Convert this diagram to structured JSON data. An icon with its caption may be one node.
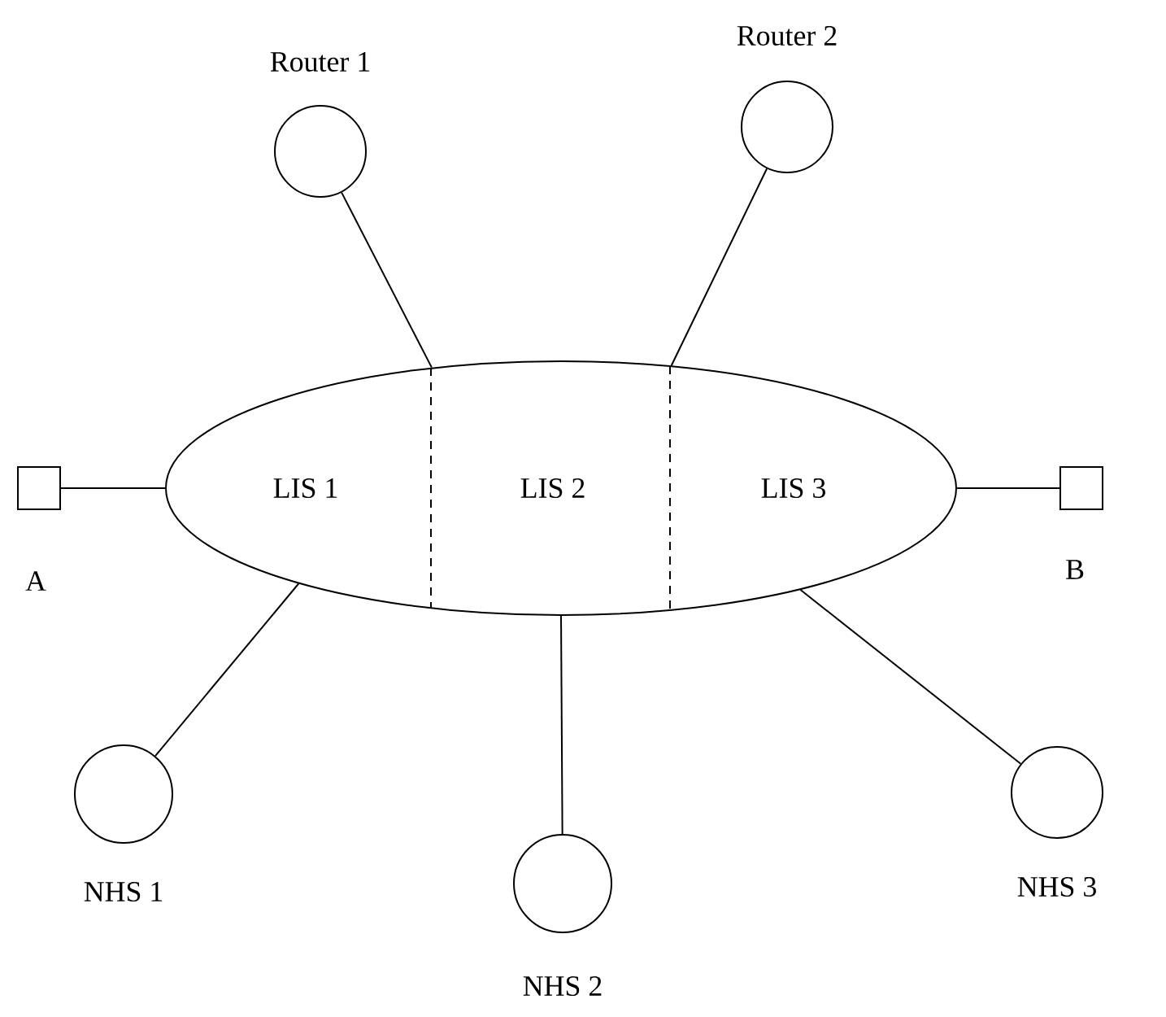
{
  "diagram": {
    "nodes": [
      {
        "text": [
          "LIS 1",
          "LIS 2",
          "LIS 3"
        ]
      },
      {
        "text": [
          "Router 1"
        ]
      },
      {
        "text": [
          "Router 2"
        ]
      },
      {
        "text": [
          "A"
        ]
      },
      {
        "text": [
          "B"
        ]
      },
      {
        "text": [
          "NHS 1"
        ]
      },
      {
        "text": [
          "NHS 2"
        ]
      },
      {
        "text": [
          "NHS 3"
        ]
      }
    ],
    "edges": [
      {
        "from": 1,
        "to": 0,
        "arrow": "none"
      },
      {
        "from": 2,
        "to": 0,
        "arrow": "none"
      },
      {
        "from": 3,
        "to": 0,
        "arrow": "none"
      },
      {
        "from": 0,
        "to": 4,
        "arrow": "none"
      },
      {
        "from": 5,
        "to": 0,
        "arrow": "none"
      },
      {
        "from": 6,
        "to": 0,
        "arrow": "none"
      },
      {
        "from": 7,
        "to": 0,
        "arrow": "none"
      }
    ]
  }
}
